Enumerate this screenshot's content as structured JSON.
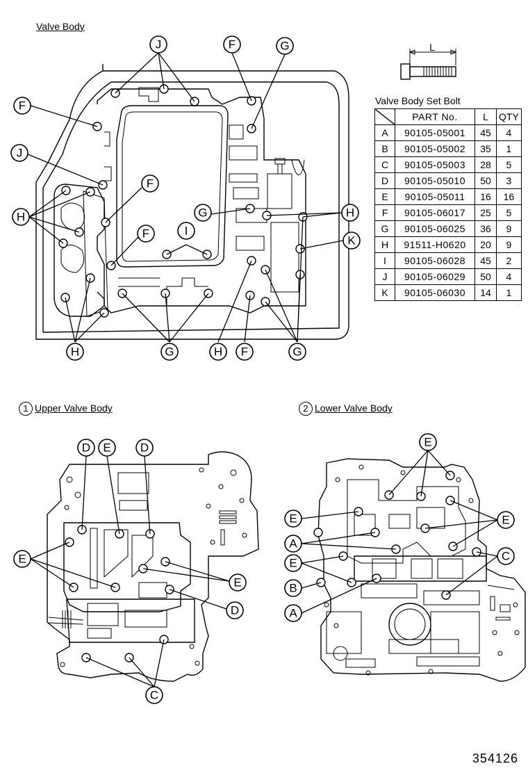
{
  "titles": {
    "valve_body": "Valve Body",
    "upper_num": "1",
    "upper": "Upper Valve Body",
    "lower_num": "2",
    "lower": "Lower Valve Body",
    "table_caption": "Valve Body Set Bolt",
    "length_label": "L"
  },
  "table": {
    "headers": [
      "PART No.",
      "L",
      "QTY"
    ],
    "rows": [
      {
        "letter": "A",
        "part": "90105-05001",
        "l": "45",
        "qty": "4"
      },
      {
        "letter": "B",
        "part": "90105-05002",
        "l": "35",
        "qty": "1"
      },
      {
        "letter": "C",
        "part": "90105-05003",
        "l": "28",
        "qty": "5"
      },
      {
        "letter": "D",
        "part": "90105-05010",
        "l": "50",
        "qty": "3"
      },
      {
        "letter": "E",
        "part": "90105-05011",
        "l": "16",
        "qty": "16"
      },
      {
        "letter": "F",
        "part": "90105-06017",
        "l": "25",
        "qty": "5"
      },
      {
        "letter": "G",
        "part": "90105-06025",
        "l": "36",
        "qty": "9"
      },
      {
        "letter": "H",
        "part": "91511-H0620",
        "l": "20",
        "qty": "9"
      },
      {
        "letter": "I",
        "part": "90105-06028",
        "l": "45",
        "qty": "2"
      },
      {
        "letter": "J",
        "part": "90105-06029",
        "l": "50",
        "qty": "4"
      },
      {
        "letter": "K",
        "part": "90105-06030",
        "l": "14",
        "qty": "1"
      }
    ]
  },
  "figure_number": "354126",
  "callouts": {
    "top": [
      "J",
      "F",
      "G",
      "F",
      "J",
      "F",
      "G",
      "H",
      "F",
      "I",
      "H",
      "K",
      "H",
      "G",
      "H",
      "F",
      "G"
    ],
    "upper": [
      "D",
      "E",
      "D",
      "E",
      "E",
      "D",
      "C"
    ],
    "lower": [
      "E",
      "E",
      "E",
      "A",
      "E",
      "C",
      "B",
      "A"
    ]
  }
}
